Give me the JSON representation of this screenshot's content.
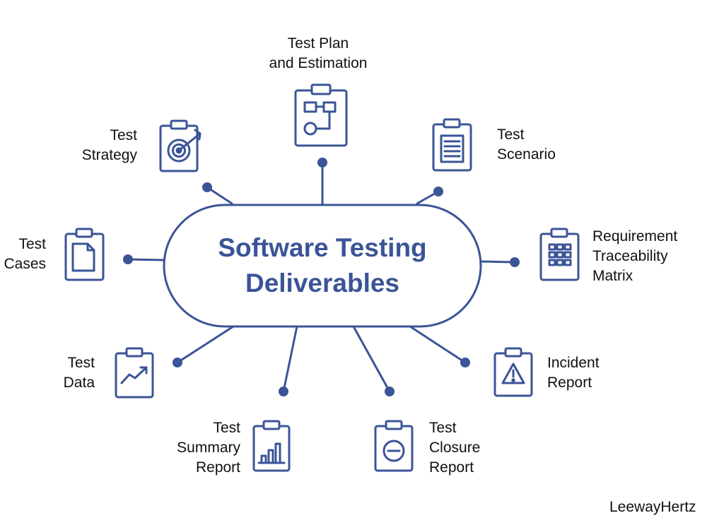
{
  "colors": {
    "primary": "#3b5497",
    "text": "#111111",
    "background": "#ffffff"
  },
  "center": {
    "line1": "Software Testing",
    "line2": "Deliverables"
  },
  "nodes": [
    {
      "id": "test-plan",
      "lines": [
        "Test Plan",
        "and Estimation"
      ],
      "icon": "flowchart-clipboard-icon"
    },
    {
      "id": "test-strategy",
      "lines": [
        "Test",
        "Strategy"
      ],
      "icon": "target-clipboard-icon"
    },
    {
      "id": "test-scenario",
      "lines": [
        "Test",
        "Scenario"
      ],
      "icon": "document-clipboard-icon"
    },
    {
      "id": "test-cases",
      "lines": [
        "Test",
        "Cases"
      ],
      "icon": "page-clipboard-icon"
    },
    {
      "id": "rtm",
      "lines": [
        "Requirement",
        "Traceability",
        "Matrix"
      ],
      "icon": "grid-clipboard-icon"
    },
    {
      "id": "test-data",
      "lines": [
        "Test",
        "Data"
      ],
      "icon": "trend-clipboard-icon"
    },
    {
      "id": "incident-report",
      "lines": [
        "Incident",
        "Report"
      ],
      "icon": "warning-clipboard-icon"
    },
    {
      "id": "test-summary",
      "lines": [
        "Test",
        "Summary",
        "Report"
      ],
      "icon": "bar-chart-clipboard-icon"
    },
    {
      "id": "test-closure",
      "lines": [
        "Test",
        "Closure",
        "Report"
      ],
      "icon": "minus-circle-clipboard-icon"
    }
  ],
  "brand": "LeewayHertz"
}
